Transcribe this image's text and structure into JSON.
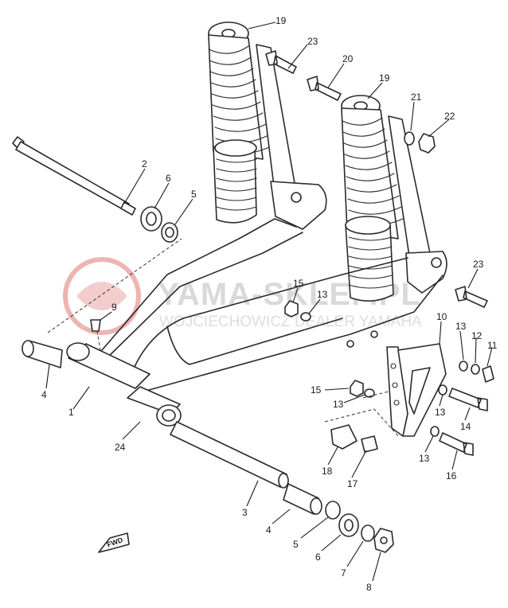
{
  "watermark": {
    "title": "YAMA-SKLEP.PL",
    "subtitle": "WOJCIECHOWICZ DEALER YAMAHA",
    "accent_color": "#e8a0a0"
  },
  "direction_mark": {
    "label": "FWD"
  },
  "callouts": [
    {
      "id": "c19a",
      "label": "19"
    },
    {
      "id": "c23a",
      "label": "23"
    },
    {
      "id": "c20",
      "label": "20"
    },
    {
      "id": "c19b",
      "label": "19"
    },
    {
      "id": "c21",
      "label": "21"
    },
    {
      "id": "c22",
      "label": "22"
    },
    {
      "id": "c2",
      "label": "2"
    },
    {
      "id": "c6a",
      "label": "6"
    },
    {
      "id": "c5a",
      "label": "5"
    },
    {
      "id": "c23b",
      "label": "23"
    },
    {
      "id": "c15a",
      "label": "15"
    },
    {
      "id": "c13a",
      "label": "13"
    },
    {
      "id": "c9",
      "label": "9"
    },
    {
      "id": "c10",
      "label": "10"
    },
    {
      "id": "c13b",
      "label": "13"
    },
    {
      "id": "c12",
      "label": "12"
    },
    {
      "id": "c11",
      "label": "11"
    },
    {
      "id": "c4a",
      "label": "4"
    },
    {
      "id": "c1",
      "label": "1"
    },
    {
      "id": "c15b",
      "label": "15"
    },
    {
      "id": "c13c",
      "label": "13"
    },
    {
      "id": "c13d",
      "label": "13"
    },
    {
      "id": "c14",
      "label": "14"
    },
    {
      "id": "c24",
      "label": "24"
    },
    {
      "id": "c13e",
      "label": "13"
    },
    {
      "id": "c16",
      "label": "16"
    },
    {
      "id": "c18",
      "label": "18"
    },
    {
      "id": "c17",
      "label": "17"
    },
    {
      "id": "c3",
      "label": "3"
    },
    {
      "id": "c4b",
      "label": "4"
    },
    {
      "id": "c5b",
      "label": "5"
    },
    {
      "id": "c6b",
      "label": "6"
    },
    {
      "id": "c7",
      "label": "7"
    },
    {
      "id": "c8",
      "label": "8"
    }
  ]
}
